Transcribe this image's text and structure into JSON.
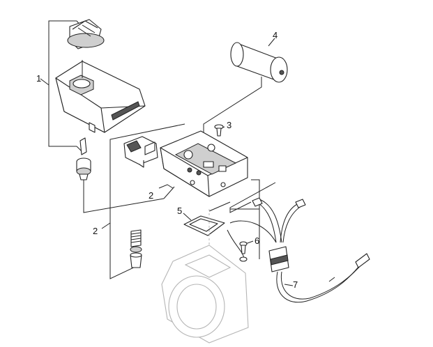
{
  "diagram": {
    "callouts": [
      {
        "id": "c1",
        "text": "1"
      },
      {
        "id": "c2a",
        "text": "2"
      },
      {
        "id": "c2b",
        "text": "2"
      },
      {
        "id": "c3",
        "text": "3"
      },
      {
        "id": "c4",
        "text": "4"
      },
      {
        "id": "c5",
        "text": "5"
      },
      {
        "id": "c6",
        "text": "6"
      },
      {
        "id": "c7",
        "text": "7"
      }
    ]
  }
}
